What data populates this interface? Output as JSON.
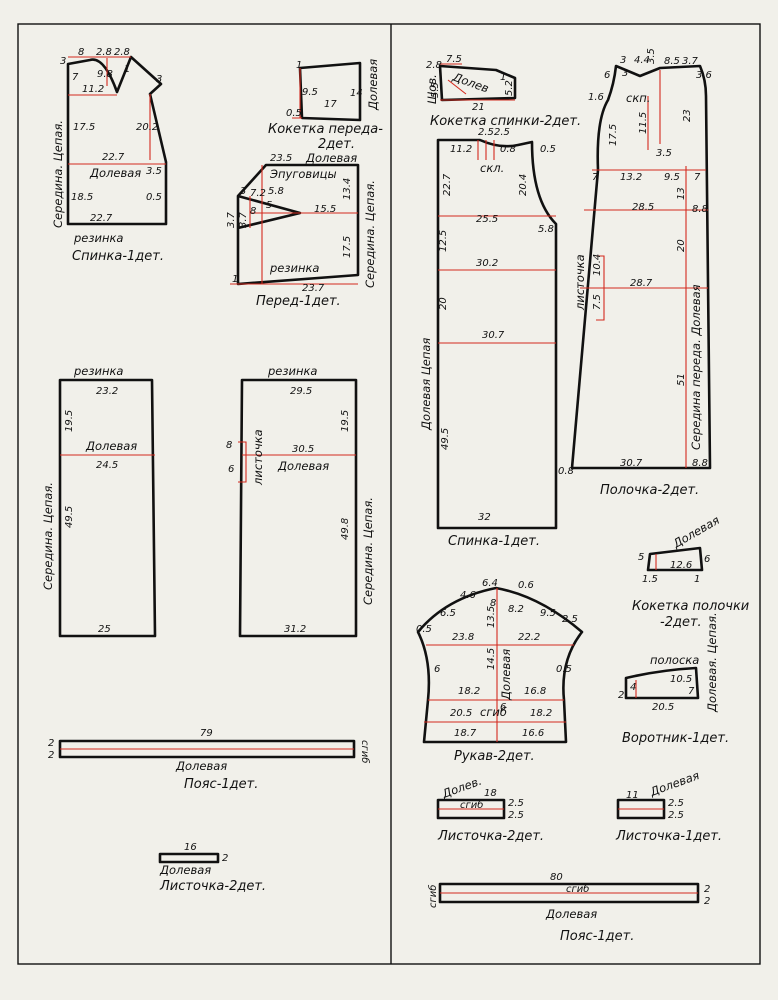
{
  "colors": {
    "paper": "#f1f0ea",
    "outline": "#111111",
    "construction": "#d42a1e"
  },
  "back_top": {
    "caption_line1": "резинка",
    "caption_line2": "Спинка-1дет.",
    "side_label": "Середина. Цепая.",
    "grain": "Долевая",
    "dims": [
      "3",
      "8",
      "2.8",
      "2.8",
      "7",
      "9.8",
      "1",
      "3",
      "11.2",
      "17.5",
      "20.2",
      "22.7",
      "3.5",
      "18.5",
      "0.5",
      "22.7"
    ]
  },
  "front_yoke": {
    "caption_line1": "Кокетка переда-",
    "caption_line2": "2дет.",
    "grain": "Долевая",
    "dims": [
      "1",
      "9.5",
      "17",
      "14",
      "0.5"
    ]
  },
  "front_top": {
    "caption_line1": "резинка",
    "caption_line2": "Перед-1дет.",
    "side_label": "Середина. Цепая.",
    "grain": "Долевая",
    "dart_label": "Эпуговицы",
    "dims": [
      "23.5",
      "3.7",
      "3.7",
      "3",
      "7.2",
      "5.8",
      "8",
      "5",
      "15.5",
      "13.4",
      "17.5",
      "1",
      "23.7"
    ]
  },
  "skirt_back": {
    "top_label": "резинка",
    "side_label": "Середина. Цепая.",
    "grain": "Долевая",
    "dims": [
      "23.2",
      "19.5",
      "24.5",
      "49.5",
      "25"
    ]
  },
  "skirt_front": {
    "top_label": "резинка",
    "pocket_label": "листочка",
    "side_label": "Середина. Цепая.",
    "grain": "Долевая",
    "dims": [
      "29.5",
      "19.5",
      "8",
      "30.5",
      "6",
      "49.8",
      "31.2"
    ]
  },
  "belt_left": {
    "caption": "Пояс-1дет.",
    "grain": "Долевая",
    "length": "79",
    "w_left": "2",
    "w_right": "2",
    "fold": "сгиб"
  },
  "flap_left": {
    "caption": "Листочка-2дет.",
    "grain": "Долевая",
    "length": "16",
    "width": "2"
  },
  "back_yoke": {
    "caption": "Кокетка спинки-2дет.",
    "side_label": "Шов.",
    "grain": "Долев",
    "dims": [
      "2.8",
      "7.5",
      "5.5",
      "5.2",
      "21",
      "1"
    ]
  },
  "dress_back": {
    "caption": "Спинка-1дет.",
    "side_label": "Долевая Цепая",
    "dart_label": "скл.",
    "dims": [
      "2.5",
      "2.5",
      "11.2",
      "0.8",
      "0.5",
      "22.7",
      "20.4",
      "25.5",
      "5.8",
      "12.5",
      "30.2",
      "20",
      "30.7",
      "49.5",
      "32"
    ]
  },
  "dress_front": {
    "caption": "Полочка-2дет.",
    "side_label": "Середина переда. Долевая",
    "pocket_label": "листочка",
    "dart_label": "скп.",
    "dims": [
      "3",
      "4.4",
      "3.5",
      "8.5",
      "3.7",
      "6",
      "3",
      "3.6",
      "1.6",
      "17.5",
      "11.5",
      "3.5",
      "23",
      "7",
      "13.2",
      "9.5",
      "7",
      "28.5",
      "8.8",
      "13",
      "10.4",
      "7.5",
      "28.7",
      "20",
      "51",
      "30.7",
      "0.8",
      "8.8"
    ]
  },
  "sleeve": {
    "caption": "Рукав-2дет.",
    "grain": "Долевая",
    "fold": "сгиб",
    "dims": [
      "6.4",
      "0.6",
      "4.6",
      "8",
      "8.2",
      "6.5",
      "9.5",
      "2.5",
      "0.5",
      "23.8",
      "13.5",
      "22.2",
      "6",
      "14.5",
      "0.5",
      "18.2",
      "16.8",
      "20.5",
      "18.2",
      "6",
      "18.7",
      "16.6"
    ]
  },
  "front_yoke_small": {
    "caption_line1": "Кокетка полочки",
    "caption_line2": "-2дет.",
    "grain": "Долевая",
    "dims": [
      "5",
      "12.6",
      "6",
      "1.5",
      "1"
    ]
  },
  "collar": {
    "caption": "Воротник-1дет.",
    "grain": "Долевая. Цепая.",
    "top_label": "полоска",
    "dims": [
      "10.5",
      "4",
      "2",
      "7",
      "20.5"
    ]
  },
  "flap_right1": {
    "caption": "Листочка-2дет.",
    "grain": "Долев.",
    "fold": "сгиб",
    "dims": [
      "18",
      "2.5",
      "2.5"
    ]
  },
  "flap_right2": {
    "caption": "Листочка-1дет.",
    "grain": "Долевая",
    "dims": [
      "11",
      "2.5",
      "2.5"
    ]
  },
  "belt_right": {
    "caption": "Пояс-1дет.",
    "grain": "Долевая",
    "length": "80",
    "fold": "сгиб",
    "w_left": "2",
    "w_right": "2"
  }
}
